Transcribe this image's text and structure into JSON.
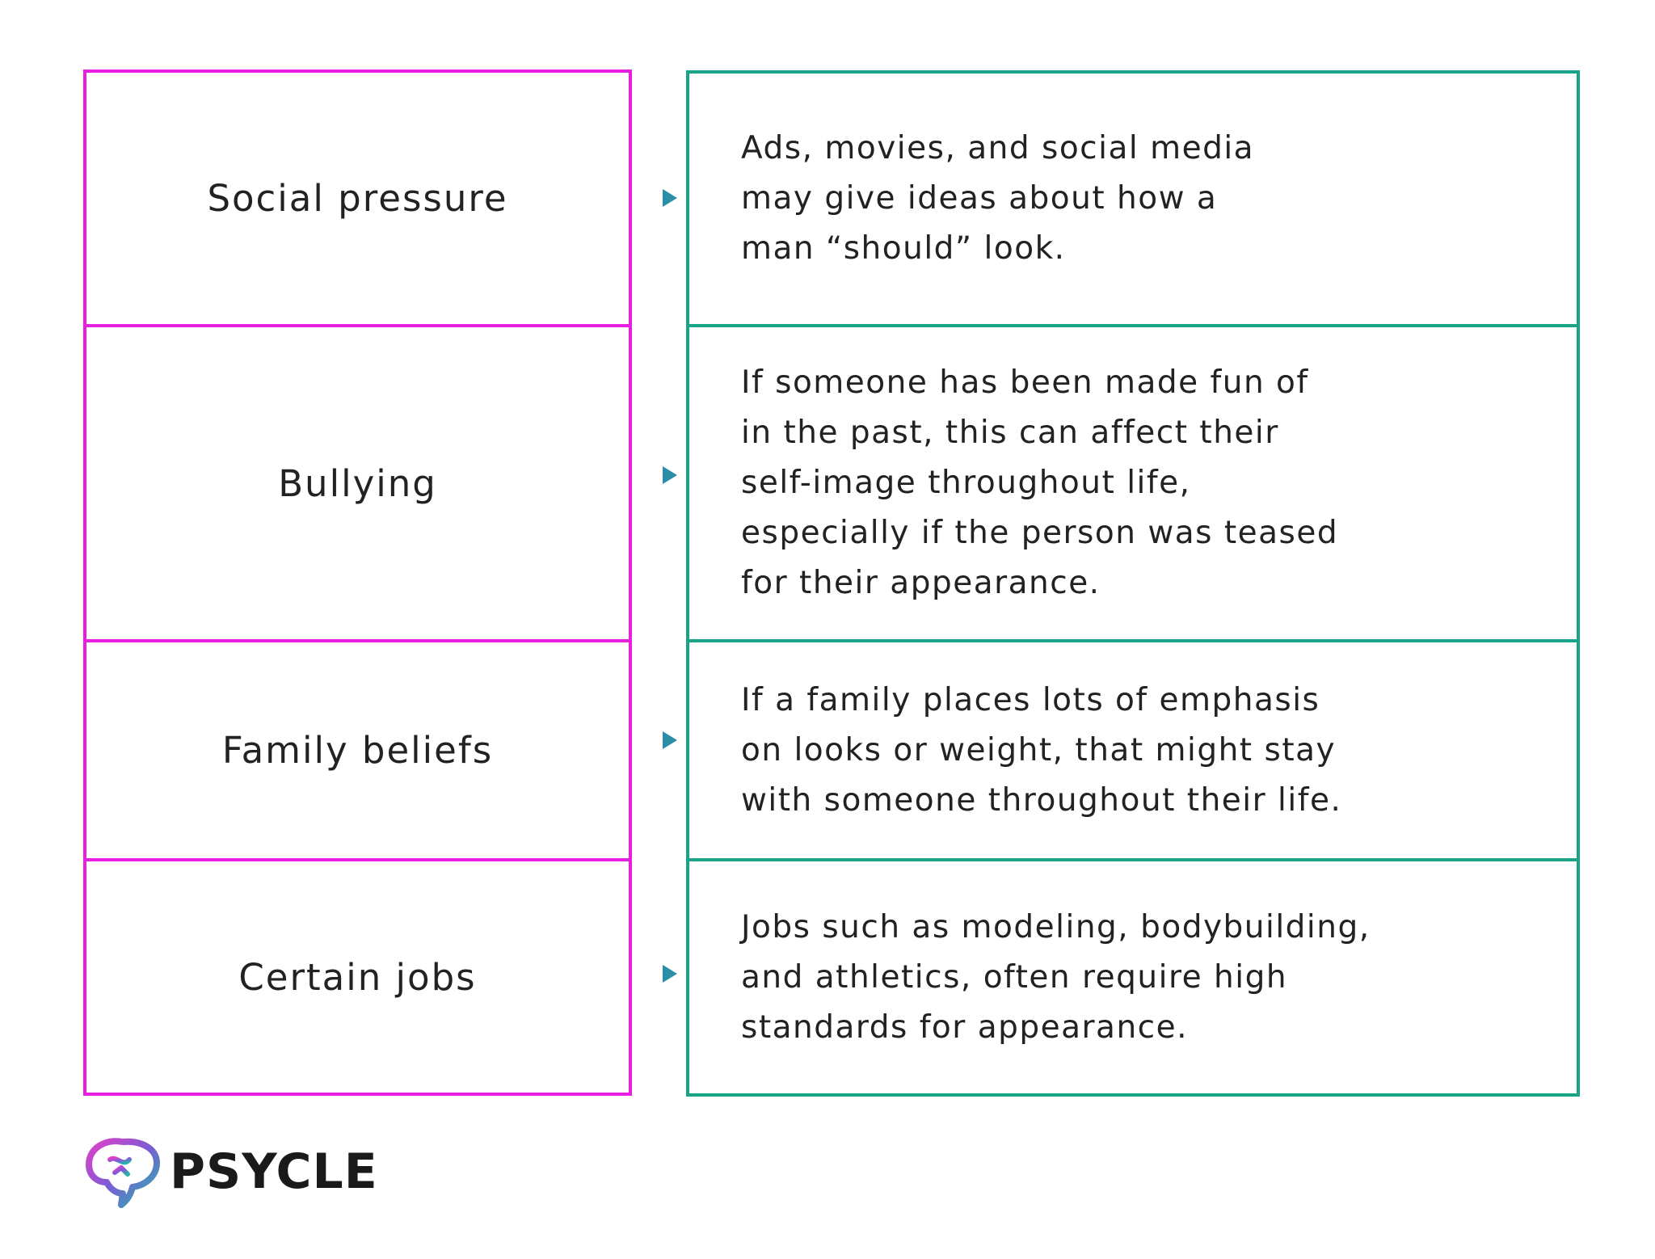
{
  "diagram": {
    "rows": [
      {
        "factor": "Social pressure",
        "effect": "Ads, movies, and social media\nmay give ideas about how a\nman “should” look."
      },
      {
        "factor": "Bullying",
        "effect": "If someone has been made fun of\nin the past, this can affect their\nself-image throughout life,\nespecially if the person was teased\nfor their appearance."
      },
      {
        "factor": "Family beliefs",
        "effect": "If a family places lots of emphasis\non looks or weight, that might stay\nwith someone throughout their life."
      },
      {
        "factor": "Certain jobs",
        "effect": "Jobs such as modeling, bodybuilding,\nand athletics, often require high\nstandards for appearance."
      }
    ],
    "colors": {
      "factor_border": "#e81ee0",
      "effect_border": "#1aa386",
      "arrow_start": "#d62bd4",
      "arrow_end": "#2a8fa6"
    }
  },
  "brand": {
    "name": "PSYCLE",
    "icon": "brain-logo-icon"
  }
}
